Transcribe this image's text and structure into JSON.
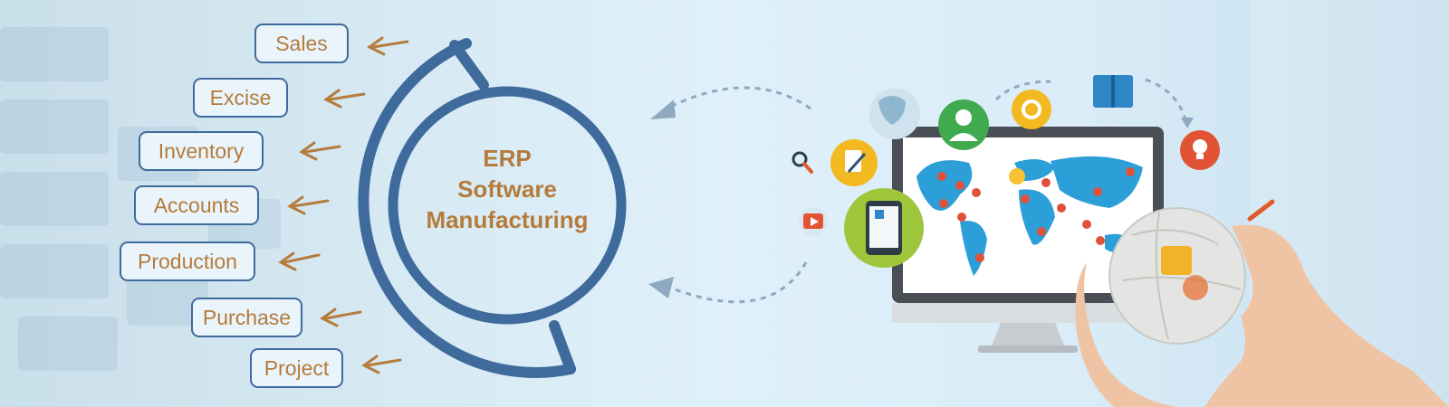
{
  "modules": [
    {
      "id": "sales",
      "label": "Sales"
    },
    {
      "id": "excise",
      "label": "Excise"
    },
    {
      "id": "inventory",
      "label": "Inventory"
    },
    {
      "id": "accounts",
      "label": "Accounts"
    },
    {
      "id": "production",
      "label": "Production"
    },
    {
      "id": "purchase",
      "label": "Purchase"
    },
    {
      "id": "project",
      "label": "Project"
    }
  ],
  "center": {
    "line1": "ERP",
    "line2": "Software",
    "line3": "Manufacturing"
  },
  "colors": {
    "ring": "#3f6b9c",
    "label_text": "#b57b3b",
    "arrow": "#b47d3e",
    "map": "#2d9fd8",
    "monitor_frame": "#4a4f55"
  },
  "icons": [
    "search-icon",
    "notepad-icon",
    "person-icon",
    "gear-icon",
    "book-icon",
    "lightbulb-icon",
    "globe-icon",
    "play-icon",
    "tablet-icon",
    "puzzle-globe-icon"
  ]
}
